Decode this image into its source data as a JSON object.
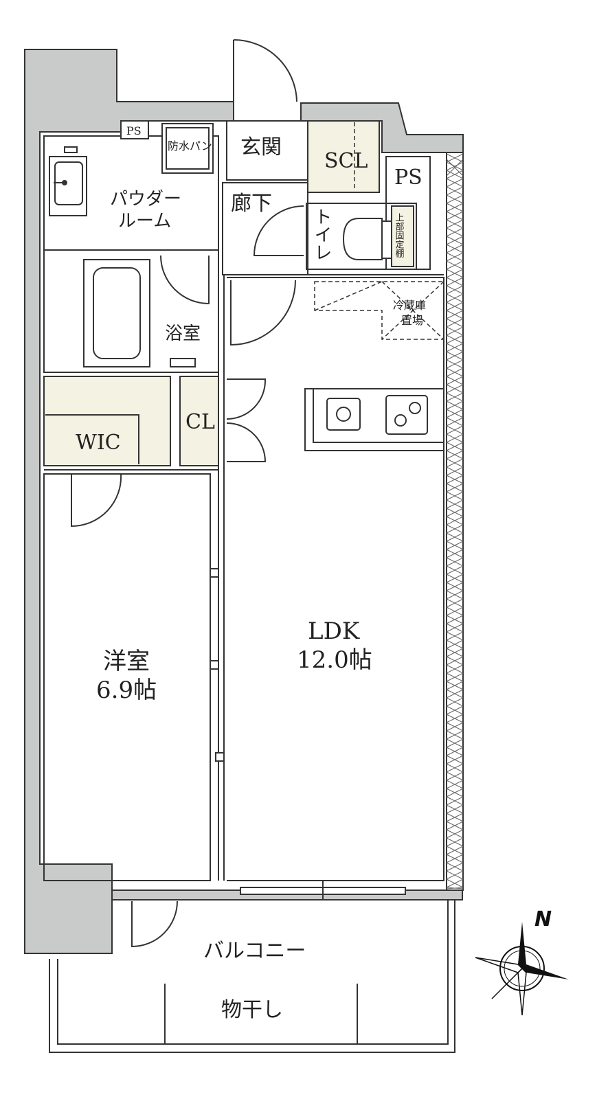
{
  "plan": {
    "colors": {
      "wall": "#c9cbcb",
      "storage": "#f4f2e2",
      "line": "#333333"
    },
    "rooms": {
      "genkan": "玄関",
      "scl": "SCL",
      "ps_small": "PS",
      "ps_right": "PS",
      "bousui_pan": "防水パン",
      "powder_line1": "パウダー",
      "powder_line2": "ルーム",
      "rouka": "廊下",
      "toilet": "トイレ",
      "joubu_koteidana": "上部固定棚",
      "reizouko_line1": "冷蔵庫",
      "reizouko_line2": "置場",
      "yokushitsu": "浴室",
      "cl": "CL",
      "wic": "WIC",
      "ldk_name": "LDK",
      "ldk_size": "12.0帖",
      "youshitsu_name": "洋室",
      "youshitsu_size": "6.9帖",
      "balcony": "バルコニー",
      "monohoshi": "物干し"
    },
    "compass": {
      "north_label": "N",
      "icon": "compass-rose-icon"
    }
  }
}
